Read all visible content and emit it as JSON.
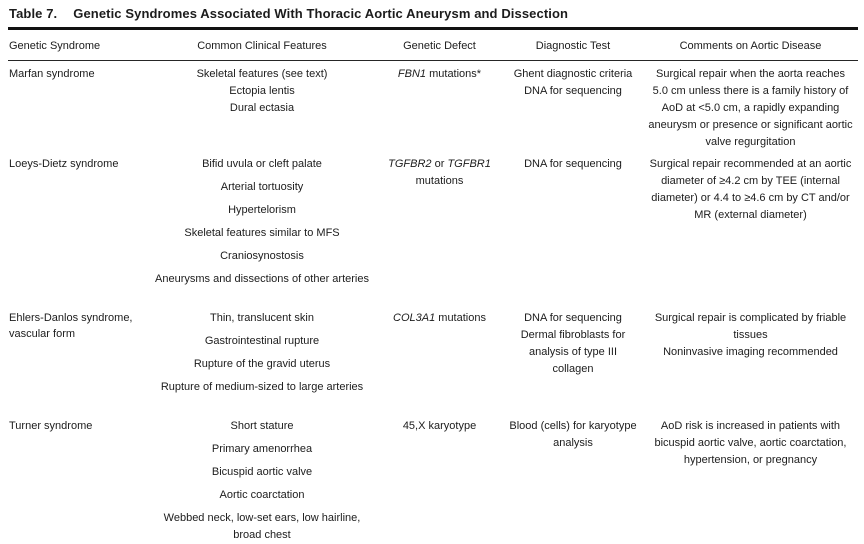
{
  "table": {
    "number": "Table 7.",
    "caption": "Genetic Syndromes Associated With Thoracic Aortic Aneurysm and Dissection",
    "columns": [
      "Genetic Syndrome",
      "Common Clinical Features",
      "Genetic Defect",
      "Diagnostic Test",
      "Comments on Aortic Disease"
    ],
    "rows": [
      {
        "syndrome": "Marfan syndrome",
        "features": [
          "Skeletal features (see text)",
          "Ectopia lentis",
          "Dural ectasia"
        ],
        "defect": [
          {
            "t": "FBN1",
            "i": true
          },
          {
            "t": " mutations*",
            "i": false
          }
        ],
        "tests": [
          "Ghent diagnostic criteria",
          "DNA for sequencing"
        ],
        "comments": [
          "Surgical repair when the aorta reaches 5.0 cm unless there is a family history of AoD at <5.0 cm, a rapidly expanding aneurysm or presence or significant aortic valve regurgitation"
        ]
      },
      {
        "syndrome": "Loeys-Dietz syndrome",
        "features": [
          "Bifid uvula or cleft palate",
          "Arterial tortuosity",
          "Hypertelorism",
          "Skeletal features similar to MFS",
          "Craniosynostosis",
          "Aneurysms and dissections of other arteries"
        ],
        "defect": [
          {
            "t": "TGFBR2",
            "i": true
          },
          {
            "t": " or ",
            "i": false
          },
          {
            "t": "TGFBR1",
            "i": true
          },
          {
            "t": " mutations",
            "i": false
          }
        ],
        "tests": [
          "DNA for sequencing"
        ],
        "comments": [
          "Surgical repair recommended at an aortic diameter of ≥4.2 cm by TEE (internal diameter) or 4.4 to ≥4.6 cm by CT and/or MR (external diameter)"
        ]
      },
      {
        "syndrome": "Ehlers-Danlos syndrome, vascular form",
        "features": [
          "Thin, translucent skin",
          "Gastrointestinal rupture",
          "Rupture of the gravid uterus",
          "Rupture of medium-sized to large arteries"
        ],
        "defect": [
          {
            "t": "COL3A1",
            "i": true
          },
          {
            "t": " mutations",
            "i": false
          }
        ],
        "tests": [
          "DNA for sequencing",
          "Dermal fibroblasts for analysis of type III collagen"
        ],
        "comments": [
          "Surgical repair is complicated by friable tissues",
          "Noninvasive imaging recommended"
        ]
      },
      {
        "syndrome": "Turner syndrome",
        "features": [
          "Short stature",
          "Primary amenorrhea",
          "Bicuspid aortic valve",
          "Aortic coarctation",
          "Webbed neck, low-set ears, low hairline, broad chest"
        ],
        "defect": [
          {
            "t": "45,X karyotype",
            "i": false
          }
        ],
        "tests": [
          "Blood (cells) for karyotype analysis"
        ],
        "comments": [
          "AoD risk is increased in patients with bicuspid aortic valve, aortic coarctation, hypertension, or pregnancy"
        ]
      }
    ]
  }
}
